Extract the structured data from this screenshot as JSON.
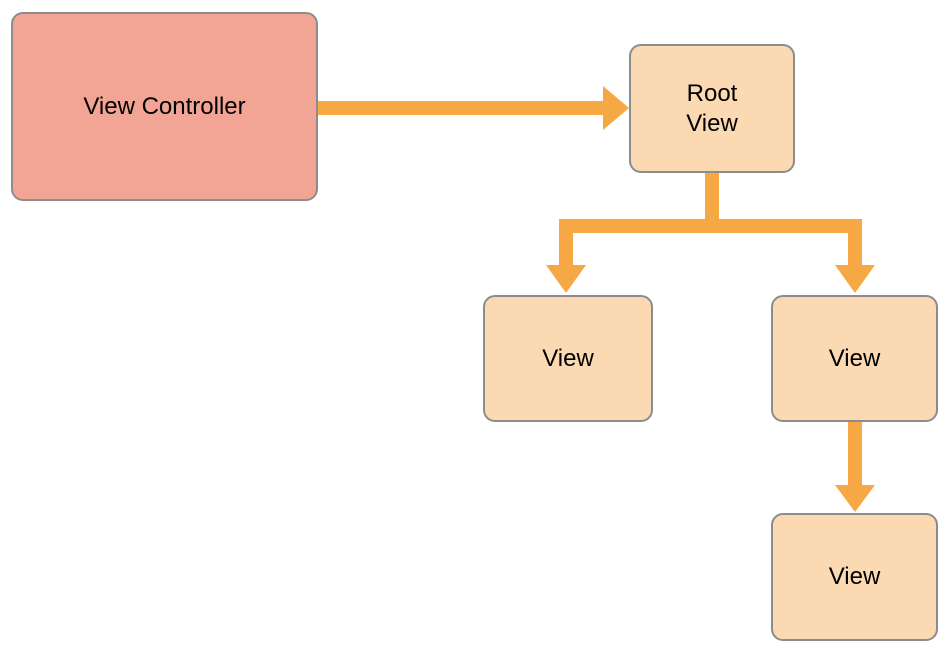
{
  "diagram": {
    "description": "View controller and view hierarchy diagram",
    "colors": {
      "controller_fill": "#f2a594",
      "view_fill": "#fad9b3",
      "arrow": "#f5a843",
      "border": "#8c8c8c",
      "text": "#000000",
      "background": "#ffffff"
    },
    "nodes": [
      {
        "id": "view-controller",
        "label": "View Controller",
        "type": "controller"
      },
      {
        "id": "root-view",
        "label": "Root View",
        "type": "view"
      },
      {
        "id": "view-left",
        "label": "View",
        "type": "view"
      },
      {
        "id": "view-right",
        "label": "View",
        "type": "view"
      },
      {
        "id": "view-bottom",
        "label": "View",
        "type": "view"
      }
    ],
    "edges": [
      {
        "from": "view-controller",
        "to": "root-view"
      },
      {
        "from": "root-view",
        "to": "view-left"
      },
      {
        "from": "root-view",
        "to": "view-right"
      },
      {
        "from": "view-right",
        "to": "view-bottom"
      }
    ]
  }
}
